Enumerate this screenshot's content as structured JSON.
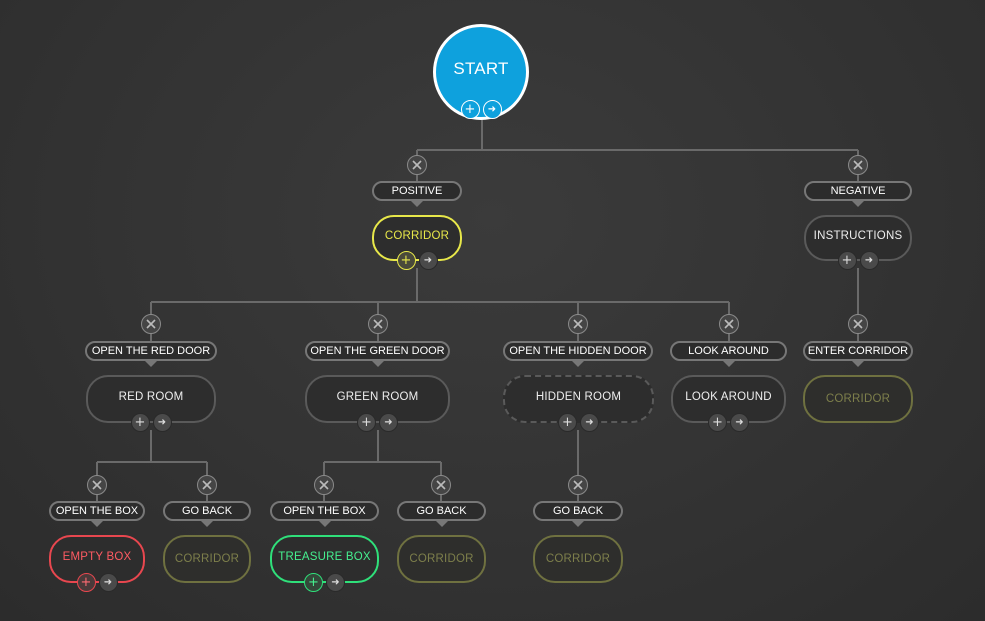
{
  "nodes": {
    "start": "START",
    "corridor_main": "CORRIDOR",
    "instructions": "INSTRUCTIONS",
    "red_room": "RED ROOM",
    "green_room": "GREEN ROOM",
    "hidden_room": "HIDDEN ROOM",
    "look_around": "LOOK AROUND",
    "corridor_negative": "CORRIDOR",
    "empty_box": "EMPTY BOX",
    "corridor_red_back": "CORRIDOR",
    "treasure_box": "TREASURE BOX",
    "corridor_green_back": "CORRIDOR",
    "corridor_hidden_back": "CORRIDOR"
  },
  "labels": {
    "positive": "POSITIVE",
    "negative": "NEGATIVE",
    "open_red_door": "OPEN THE RED DOOR",
    "open_green_door": "OPEN THE GREEN DOOR",
    "open_hidden_door": "OPEN THE HIDDEN DOOR",
    "look_around": "LOOK AROUND",
    "enter_corridor": "ENTER CORRIDOR",
    "open_box_red": "OPEN THE BOX",
    "go_back_red": "GO BACK",
    "open_box_green": "OPEN THE BOX",
    "go_back_green": "GO BACK",
    "go_back_hidden": "GO BACK"
  },
  "icons": {
    "add": "+",
    "next": "➜"
  },
  "colors": {
    "start": "#0ea1dd",
    "selected": "#e8e84a",
    "fail": "#e8474f",
    "success": "#2fe07a",
    "link": "#6f7140"
  }
}
